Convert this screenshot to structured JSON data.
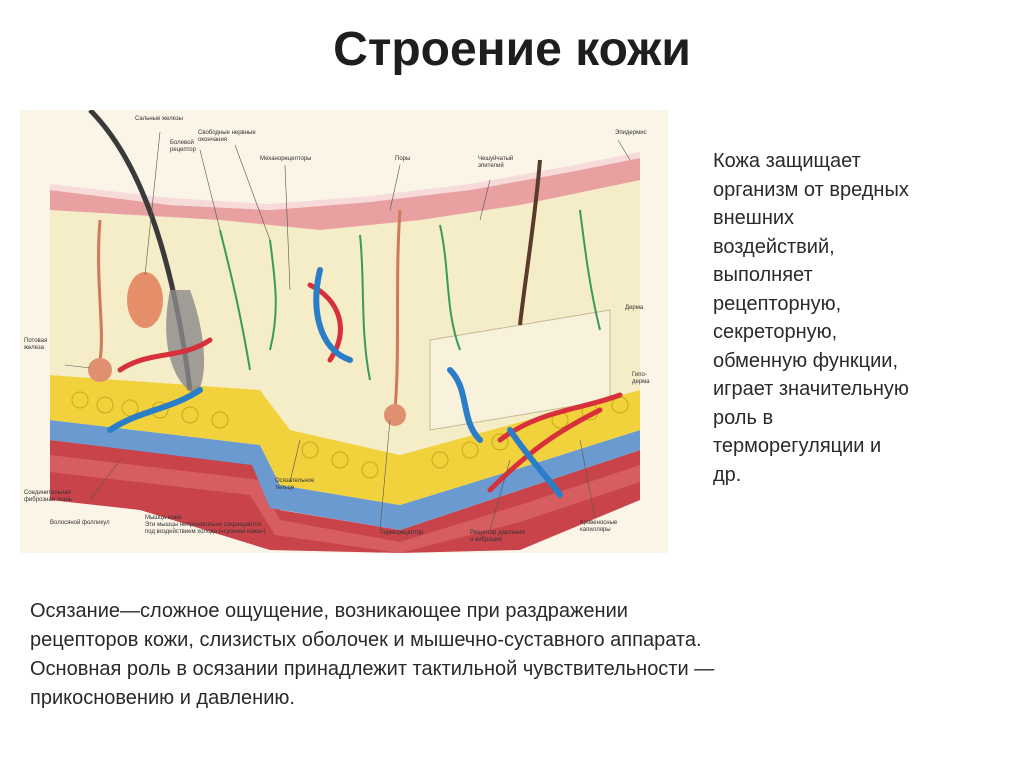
{
  "title": "Строение кожи",
  "figure": {
    "labels": {
      "sebaceous": "Сальные железы",
      "pain_receptor": "Болевой\nрецептор",
      "free_nerve_endings": "Свободные нервные\nокончания",
      "mechanoreceptors": "Механорецепторы",
      "pores": "Поры",
      "scaly_epithelium": "Чешуйчатый\nэпителий",
      "epidermis": "Эпидермис",
      "dermis": "Дерма",
      "hypodermis": "Гипо-\nдерма",
      "sweat_gland": "Потовая\nжелеза",
      "connective_tissue": "Соединительная\nфиброзная ткань",
      "hair_follicle": "Волосяной фолликул",
      "skin_muscle": "Мышца кожи.\nЭти мышцы непроизвольно сокращаются\nпод воздействием холода («гусиная кожа»)",
      "tactile_body": "Осязательное\nтельце",
      "thermoreceptor": "Терморецептор",
      "pressure_receptor": "Рецептор давления\nи вибрации",
      "capillaries": "Кровеносные\nкапилляры"
    },
    "colors": {
      "epidermis": "#e8a0a0",
      "dermis": "#f5ecc8",
      "fat": "#f2d23c",
      "muscle": "#c8444a",
      "artery": "#d8303a",
      "vein": "#2a7ec8",
      "nerve": "#3a9a5a"
    }
  },
  "side_text": "Кожа защищает\nорганизм от вредных\nвнешних\nвоздействий,\nвыполняет\nрецепторную,\nсекреторную,\nобменную функции,\nиграет значительную\nроль в\nтерморегуляции и\nдр.",
  "bottom_text": "Осязание—сложное ощущение, возникающее при раздражении\nрецепторов кожи, слизистых оболочек и мышечно-суставного аппарата.\nОсновная роль в осязании принадлежит тактильной чувствительности —\nприкосновению и давлению."
}
